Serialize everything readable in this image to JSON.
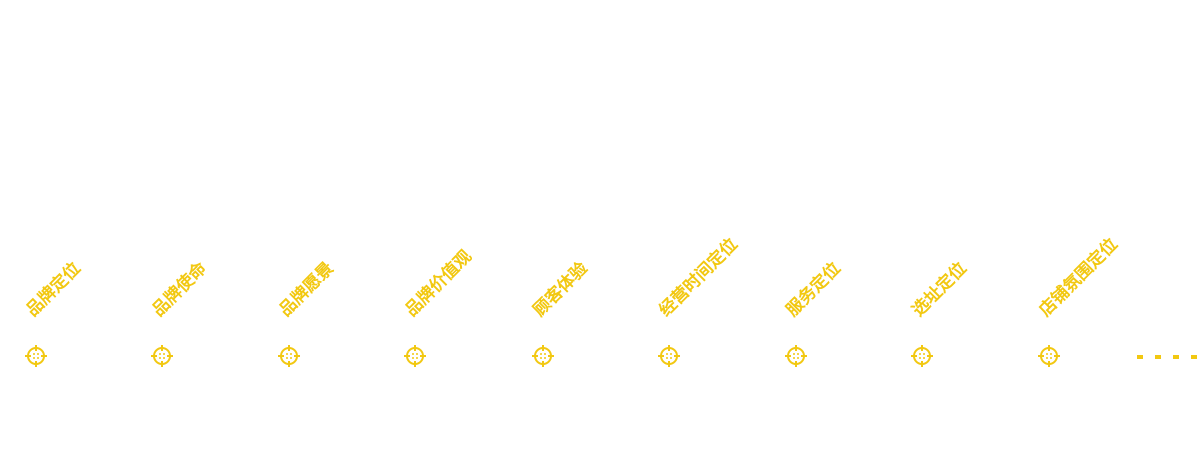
{
  "accent_color": "#F2C811",
  "steps": [
    {
      "label": "品牌定位",
      "icon": "crosshair-icon"
    },
    {
      "label": "品牌使命",
      "icon": "crosshair-icon"
    },
    {
      "label": "品牌愿景",
      "icon": "crosshair-icon"
    },
    {
      "label": "品牌价值观",
      "icon": "crosshair-icon"
    },
    {
      "label": "顾客体验",
      "icon": "crosshair-icon"
    },
    {
      "label": "经营时间定位",
      "icon": "crosshair-icon"
    },
    {
      "label": "服务定位",
      "icon": "crosshair-icon"
    },
    {
      "label": "选址定位",
      "icon": "crosshair-icon"
    },
    {
      "label": "店铺氛围定位",
      "icon": "crosshair-icon"
    }
  ],
  "continuation": {
    "icon": "dotted-line-ellipsis"
  }
}
